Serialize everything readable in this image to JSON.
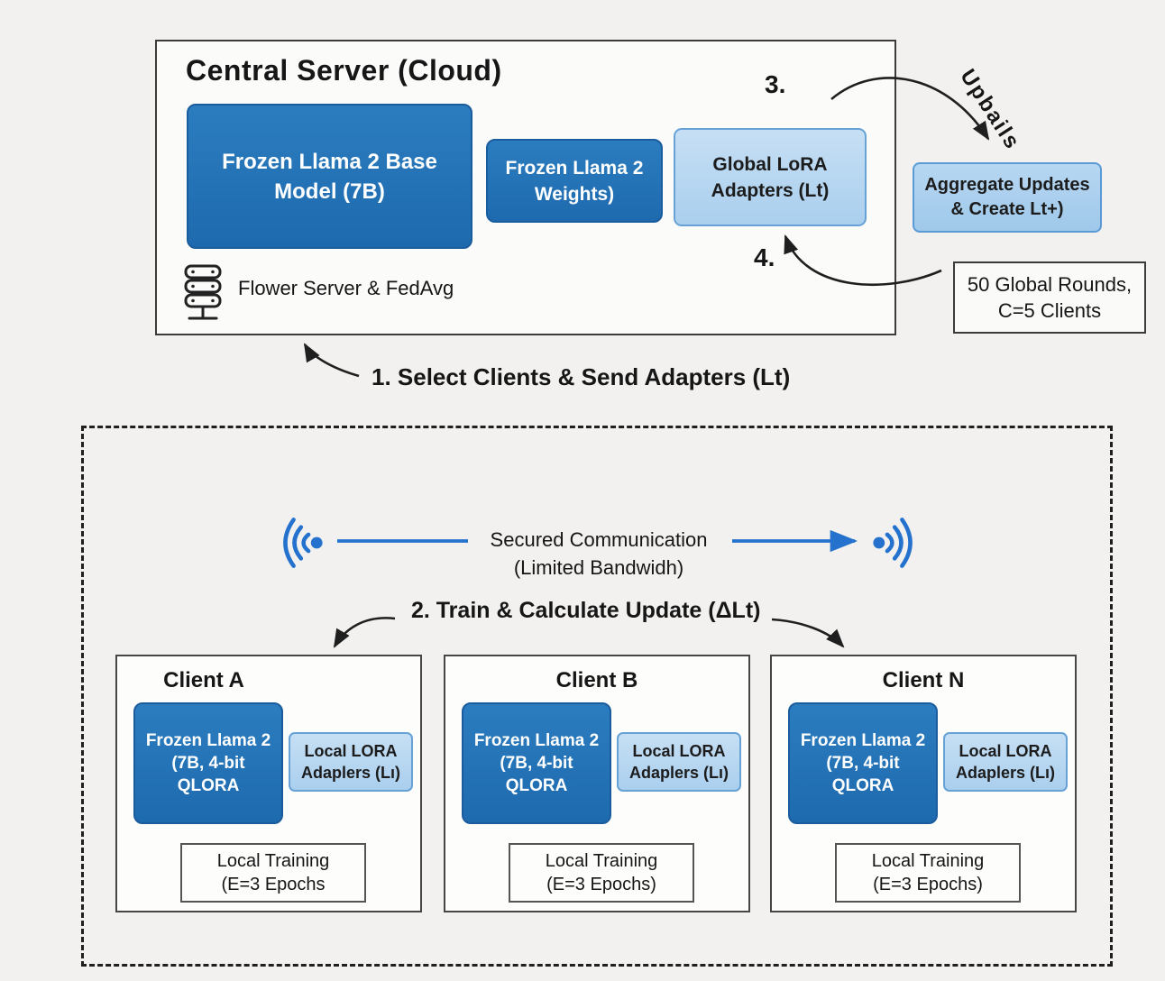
{
  "colors": {
    "accent_blue": "#2472cd",
    "dark_box_blue": "#2273b7",
    "light_box_blue": "#b9d7f1",
    "aggregate_box_blue": "#a9cfee",
    "background": "#f2f1ef"
  },
  "server": {
    "title": "Central Server (Cloud)",
    "base_model": "Frozen Llama 2 Base\nModel (7B)",
    "weights": "Frozen Llama 2\nWeights)",
    "global_adapters": "Global LoRA\nAdapters (Lt)",
    "framework": "Flower Server & FedAvg"
  },
  "steps": {
    "step1": "1. Select Clients & Send Adapters (Lt)",
    "step2": "2. Train & Calculate Update (ΔLt)",
    "step3": "3.",
    "step4": "4.",
    "uploads": "Upbails"
  },
  "aggregate": "Aggregate Updates\n& Create Lt+)",
  "rounds": "50 Global Rounds,\nC=5 Clients",
  "communication": "Secured Communication\n(Limited Bandwidh)",
  "clients": [
    {
      "name": "Client A",
      "model": "Frozen Llama 2\n(7B, 4-bit\nQLORA",
      "adapters": "Local LORA\nAdaplers (Lı)",
      "training": "Local Training\n(E=3 Epochs"
    },
    {
      "name": "Client B",
      "model": "Frozen Llama 2\n(7B, 4-bit\nQLORA",
      "adapters": "Local LORA\nAdaplers (Lı)",
      "training": "Local Training\n(E=3 Epochs)"
    },
    {
      "name": "Client N",
      "model": "Frozen Llama 2\n(7B, 4-bit\nQLORA",
      "adapters": "Local LORA\nAdaplers (Lı)",
      "training": "Local Training\n(E=3 Epochs)"
    }
  ]
}
